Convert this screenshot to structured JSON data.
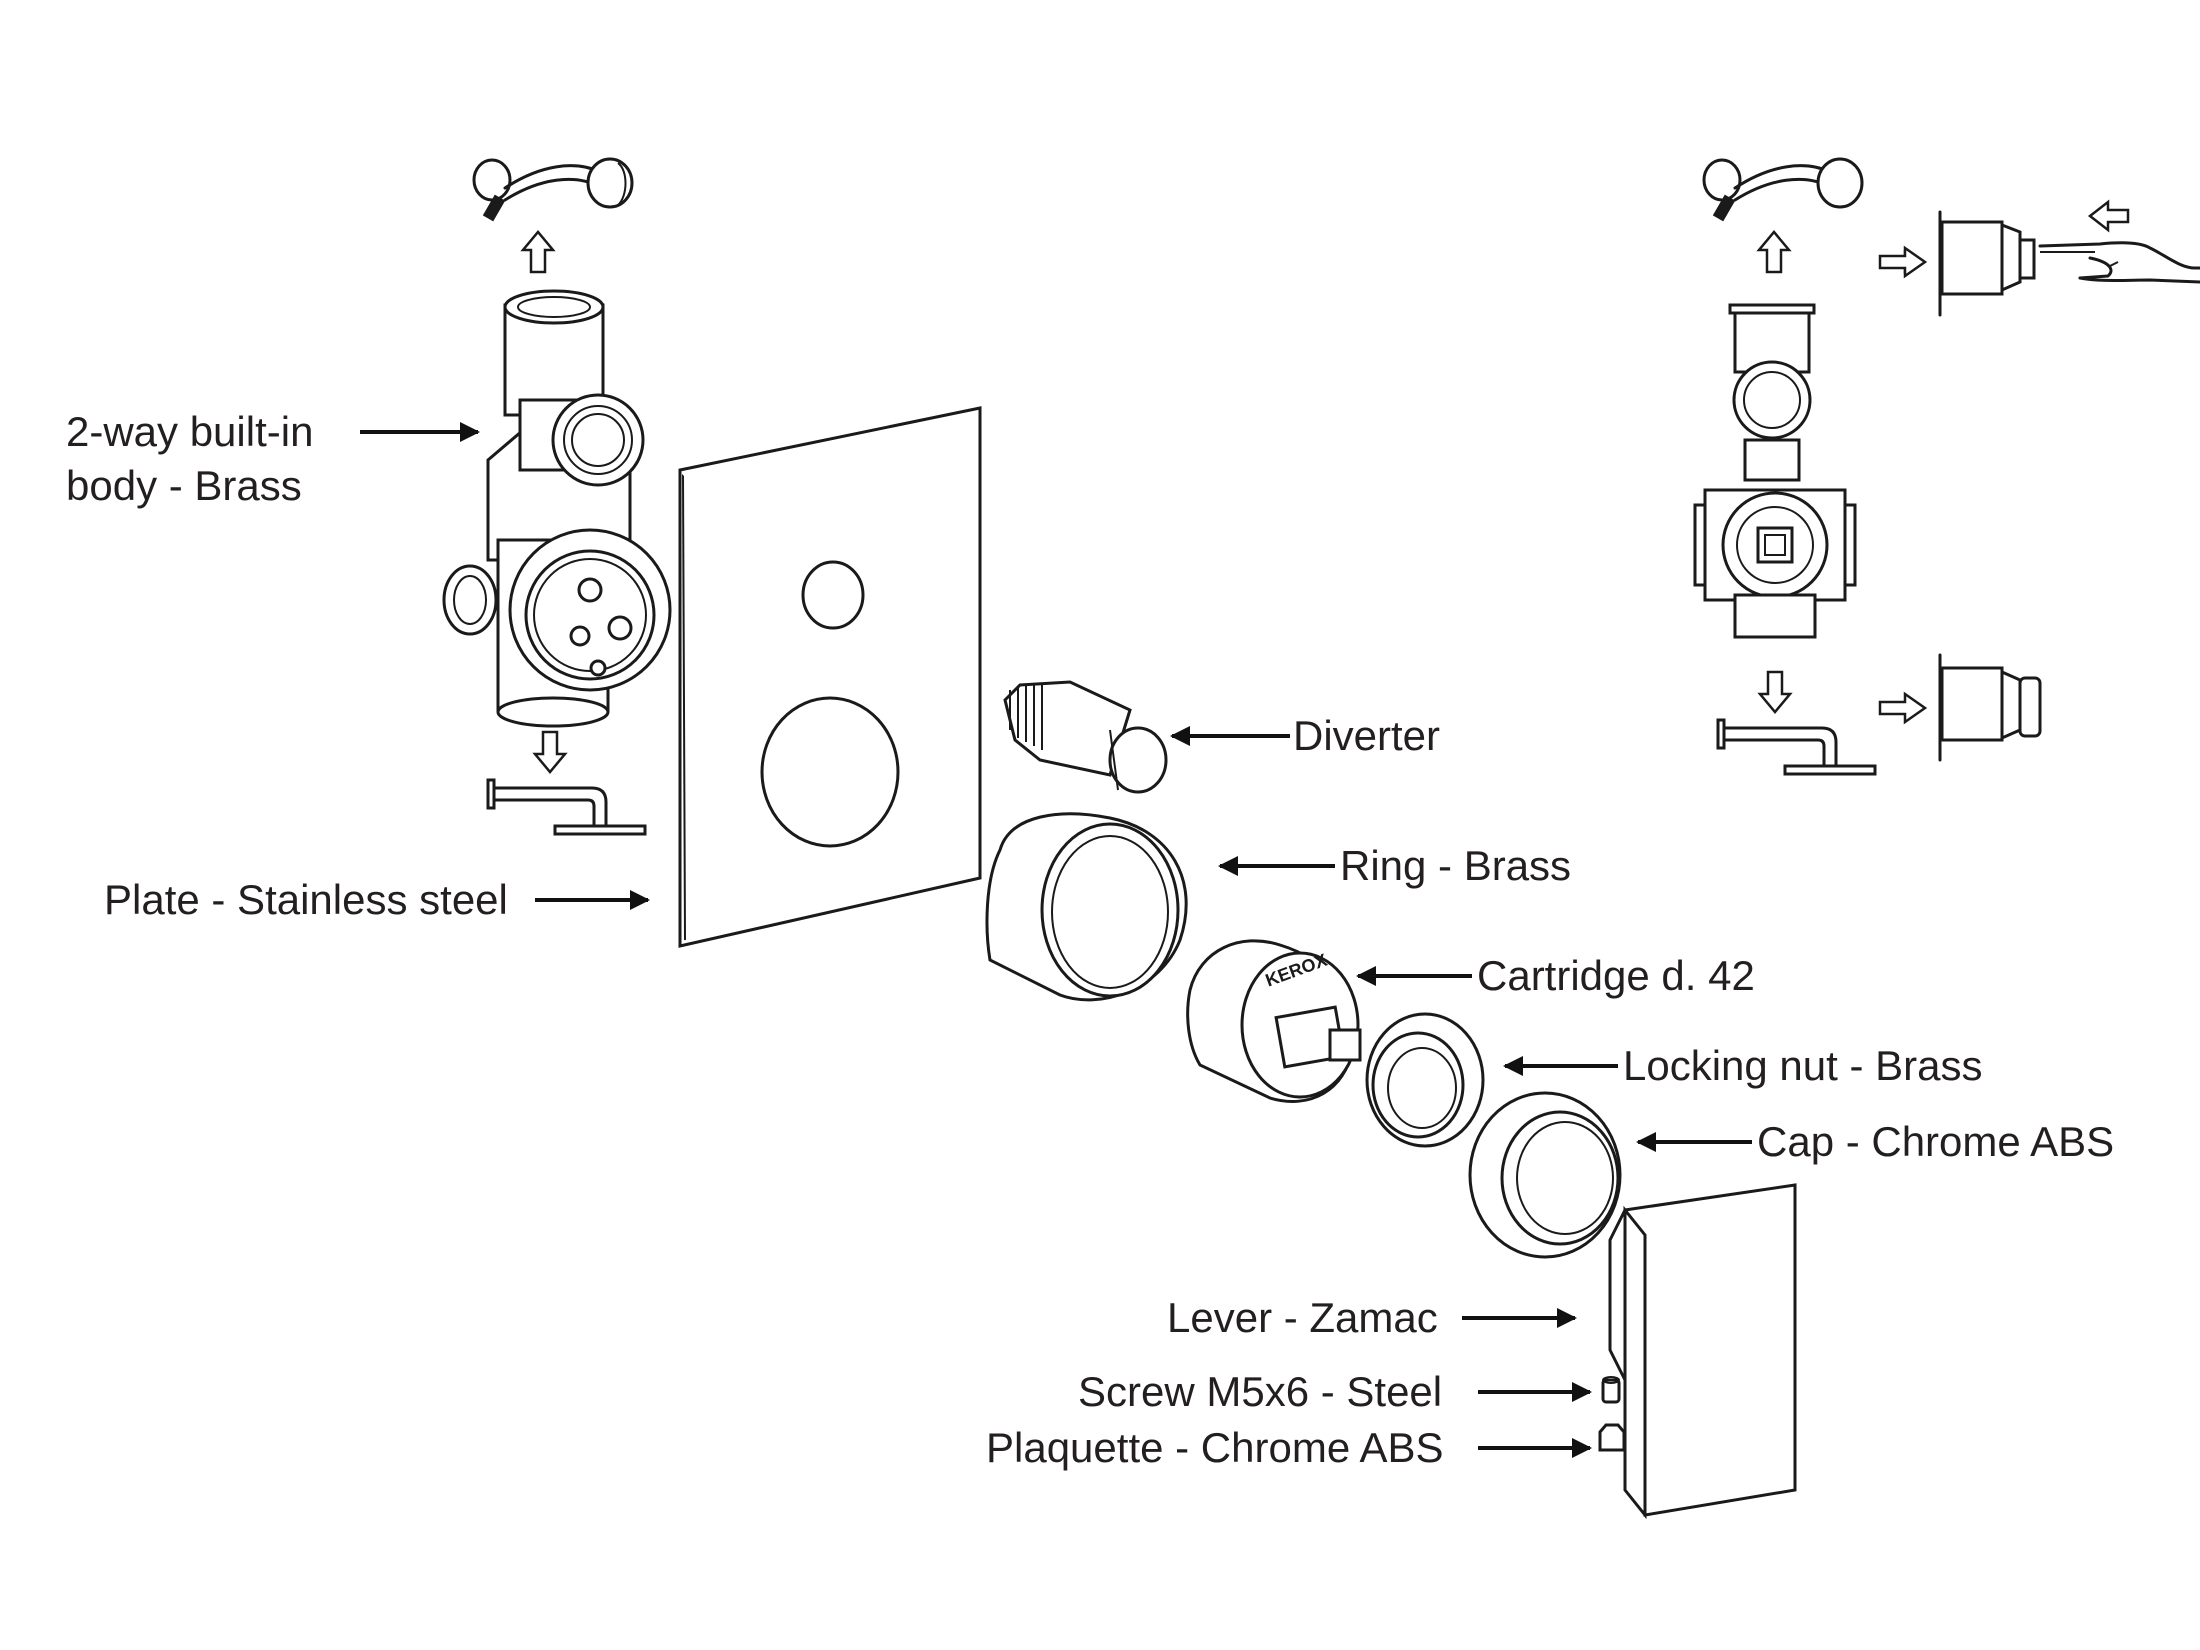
{
  "labels": {
    "body": [
      "2-way built-in",
      "body - Brass"
    ],
    "plate": "Plate - Stainless steel",
    "diverter": "Diverter",
    "ring": "Ring - Brass",
    "cartridge": "Cartridge d. 42",
    "locking_nut": "Locking nut - Brass",
    "cap": "Cap - Chrome ABS",
    "lever": "Lever - Zamac",
    "screw": "Screw M5x6 - Steel",
    "plaquette": "Plaquette - Chrome ABS"
  },
  "cartridge_marking": "KEROX",
  "colors": {
    "line": "#1a1a1a",
    "text": "#231f20",
    "background": "#ffffff"
  }
}
